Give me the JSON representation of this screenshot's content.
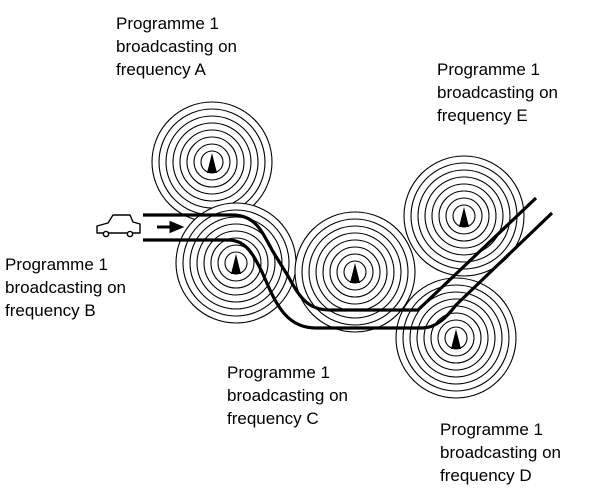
{
  "colors": {
    "ring": "#000000",
    "road": "#000000",
    "background": "#ffffff",
    "text": "#000000"
  },
  "transmitters": [
    {
      "id": "A",
      "lines": [
        "Programme 1",
        "broadcasting on",
        "frequency A"
      ]
    },
    {
      "id": "B",
      "lines": [
        "Programme 1",
        "broadcasting on",
        "frequency B"
      ]
    },
    {
      "id": "C",
      "lines": [
        "Programme 1",
        "broadcasting on",
        "frequency C"
      ]
    },
    {
      "id": "D",
      "lines": [
        "Programme 1",
        "broadcasting on",
        "frequency D"
      ]
    },
    {
      "id": "E",
      "lines": [
        "Programme 1",
        "broadcasting on",
        "frequency E"
      ]
    }
  ],
  "icons": {
    "vehicle": "car-icon",
    "direction": "arrow-right-icon",
    "transmitter": "transmitter-antenna-icon"
  }
}
